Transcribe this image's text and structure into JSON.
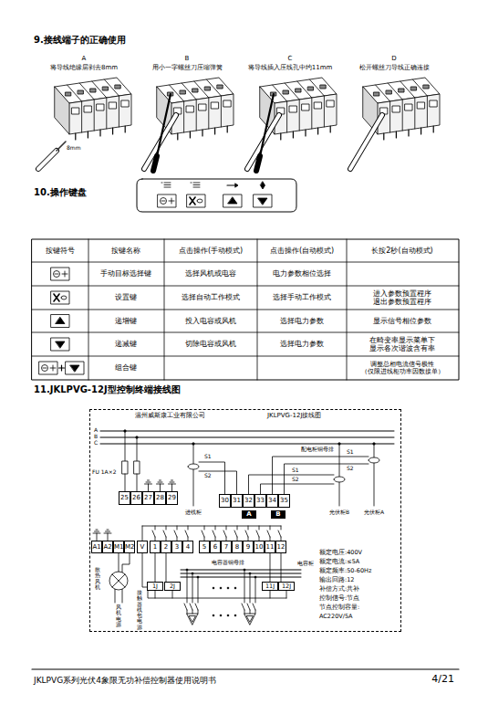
{
  "diagram": {
    "nodes": [
      {
        "text": [
          "温州威斯康工业有限公司",
          "JKLPVG-12J接线图"
        ]
      },
      {
        "text": [
          "25",
          "26",
          "27",
          "28",
          "29"
        ],
        "in": 0
      },
      {
        "text": [
          "30",
          "31",
          "32",
          "33",
          "34",
          "35"
        ],
        "in": 0
      },
      {
        "text": [
          "A"
        ],
        "in": 0
      },
      {
        "text": [
          "B"
        ],
        "in": 0
      },
      {
        "text": [
          "A1",
          "A2",
          "M1",
          "M2",
          "V",
          "1",
          "2",
          "3",
          "4",
          "5",
          "6",
          "7",
          "8",
          "9",
          "10",
          "11",
          "12"
        ],
        "in": 0
      },
      {
        "text": [
          "1J"
        ],
        "in": 0
      },
      {
        "text": [
          "2J"
        ],
        "in": 0
      },
      {
        "text": [
          "11J"
        ],
        "in": 0
      },
      {
        "text": [
          "12J"
        ],
        "in": 0
      }
    ],
    "edges": [
      {
        "from": 5,
        "to": 6,
        "arrow": "none"
      },
      {
        "from": 5,
        "to": 7,
        "arrow": "none"
      },
      {
        "from": 5,
        "to": 8,
        "arrow": "none"
      },
      {
        "from": 5,
        "to": 9,
        "arrow": "none"
      }
    ],
    "labels": [
      "9.接线端子的正确使用",
      "A",
      "将导线绝缘层剥去8mm",
      "B",
      "用小一字螺丝刀压缩弹簧",
      "C",
      "将导线插入压线孔中约11mm",
      "D",
      "松开螺丝刀导线正确连接",
      "8mm",
      "10.操作键盘",
      "按键符号",
      "按键名称",
      "点击操作(手动模式)",
      "点击操作(自动模式)",
      "长按2秒(自动模式)",
      "手动目标选择键",
      "选择风机或电容",
      "电力参数相位选择",
      "设置键",
      "选择自动工作模式",
      "选择手动工作模式",
      "进入参数预置程序 退出参数预置程序",
      "递增键",
      "投入电容或风机",
      "选择电力参数",
      "显示信号相位参数",
      "递减键",
      "切除电容或风机",
      "选择电力参数",
      "在畸变率显示菜单下 显示各次谐波含有率",
      "组合键",
      "调整总相电流信号极性 （仅限进线柜功率因数接单）",
      "11.JKLPVG-12J型控制终端接线图",
      "A",
      "B",
      "C",
      "配电柜铜母排",
      "FU 1A×2",
      "S1",
      "S2",
      "S1",
      "S2",
      "S1",
      "S2",
      "进线柜",
      "光伏柜B",
      "光伏柜A",
      "电容器铜母排",
      "散热风机",
      "风机电源",
      "接触器线包电源",
      "电容柜",
      "额定电压:400V",
      "额定电流:≤5A",
      "额定频率:50-60Hz",
      "输出回路:12",
      "补偿方式:共补",
      "控制信号:节点",
      "节点控制容量:",
      "AC220V/5A",
      "JKLPVG系列光伏4象限无功补偿控制器使用说明书",
      "4/21"
    ]
  }
}
